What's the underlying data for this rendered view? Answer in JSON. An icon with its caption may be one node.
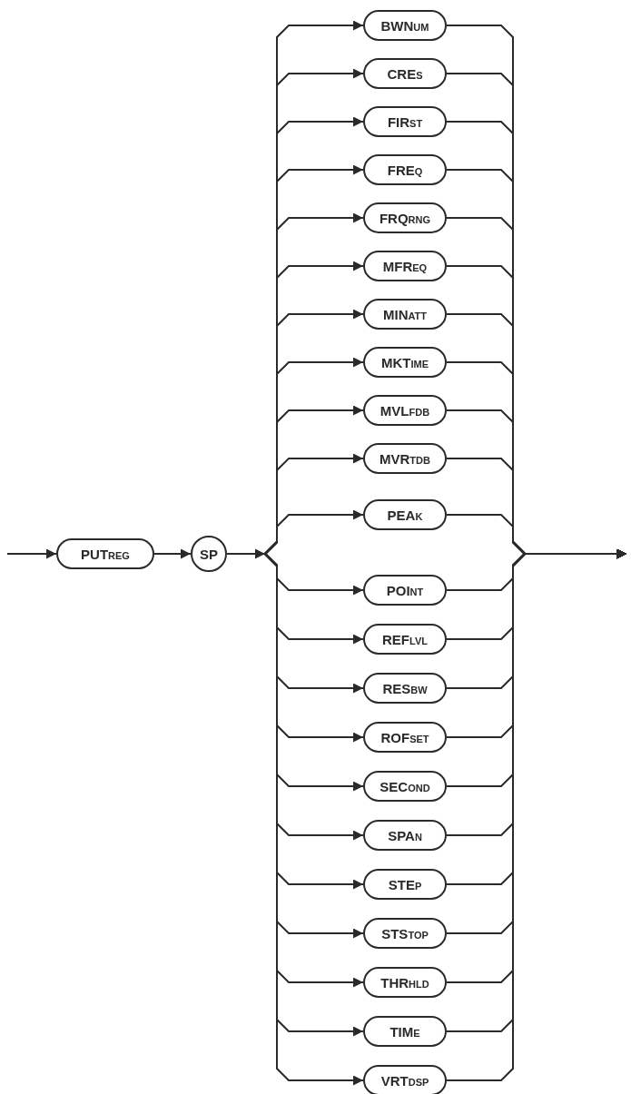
{
  "diagram": {
    "nodes": [
      {
        "text": [
          "PUTreg"
        ]
      },
      {
        "text": [
          "SP"
        ]
      },
      {
        "text": [
          "BWNum"
        ]
      },
      {
        "text": [
          "CREs"
        ]
      },
      {
        "text": [
          "FIRst"
        ]
      },
      {
        "text": [
          "FREq"
        ]
      },
      {
        "text": [
          "FRQrng"
        ]
      },
      {
        "text": [
          "MFReq"
        ]
      },
      {
        "text": [
          "MINatt"
        ]
      },
      {
        "text": [
          "MKTime"
        ]
      },
      {
        "text": [
          "MVLfdb"
        ]
      },
      {
        "text": [
          "MVRtdb"
        ]
      },
      {
        "text": [
          "PEAk"
        ]
      },
      {
        "text": [
          "POInt"
        ]
      },
      {
        "text": [
          "REFlvl"
        ]
      },
      {
        "text": [
          "RESbw"
        ]
      },
      {
        "text": [
          "ROFset"
        ]
      },
      {
        "text": [
          "SECond"
        ]
      },
      {
        "text": [
          "SPAn"
        ]
      },
      {
        "text": [
          "STEp"
        ]
      },
      {
        "text": [
          "STStop"
        ]
      },
      {
        "text": [
          "THRhld"
        ]
      },
      {
        "text": [
          "TIMe"
        ]
      },
      {
        "text": [
          "VRTdsp"
        ]
      }
    ],
    "edges": [
      {
        "from": null,
        "to": 0,
        "arrow": "to"
      },
      {
        "from": 0,
        "to": 1,
        "arrow": "to"
      },
      {
        "from": 1,
        "to": 2,
        "arrow": "to"
      },
      {
        "from": 1,
        "to": 3,
        "arrow": "to"
      },
      {
        "from": 1,
        "to": 4,
        "arrow": "to"
      },
      {
        "from": 1,
        "to": 5,
        "arrow": "to"
      },
      {
        "from": 1,
        "to": 6,
        "arrow": "to"
      },
      {
        "from": 1,
        "to": 7,
        "arrow": "to"
      },
      {
        "from": 1,
        "to": 8,
        "arrow": "to"
      },
      {
        "from": 1,
        "to": 9,
        "arrow": "to"
      },
      {
        "from": 1,
        "to": 10,
        "arrow": "to"
      },
      {
        "from": 1,
        "to": 11,
        "arrow": "to"
      },
      {
        "from": 1,
        "to": 12,
        "arrow": "to"
      },
      {
        "from": 1,
        "to": 13,
        "arrow": "to"
      },
      {
        "from": 1,
        "to": 14,
        "arrow": "to"
      },
      {
        "from": 1,
        "to": 15,
        "arrow": "to"
      },
      {
        "from": 1,
        "to": 16,
        "arrow": "to"
      },
      {
        "from": 1,
        "to": 17,
        "arrow": "to"
      },
      {
        "from": 1,
        "to": 18,
        "arrow": "to"
      },
      {
        "from": 1,
        "to": 19,
        "arrow": "to"
      },
      {
        "from": 1,
        "to": 20,
        "arrow": "to"
      },
      {
        "from": 1,
        "to": 21,
        "arrow": "to"
      },
      {
        "from": 1,
        "to": 22,
        "arrow": "to"
      },
      {
        "from": 1,
        "to": 23,
        "arrow": "to"
      },
      {
        "from": 2,
        "to": null,
        "arrow": "to"
      },
      {
        "from": 3,
        "to": null,
        "arrow": "to"
      },
      {
        "from": 4,
        "to": null,
        "arrow": "to"
      },
      {
        "from": 5,
        "to": null,
        "arrow": "to"
      },
      {
        "from": 6,
        "to": null,
        "arrow": "to"
      },
      {
        "from": 7,
        "to": null,
        "arrow": "to"
      },
      {
        "from": 8,
        "to": null,
        "arrow": "to"
      },
      {
        "from": 9,
        "to": null,
        "arrow": "to"
      },
      {
        "from": 10,
        "to": null,
        "arrow": "to"
      },
      {
        "from": 11,
        "to": null,
        "arrow": "to"
      },
      {
        "from": 12,
        "to": null,
        "arrow": "to"
      },
      {
        "from": 13,
        "to": null,
        "arrow": "to"
      },
      {
        "from": 14,
        "to": null,
        "arrow": "to"
      },
      {
        "from": 15,
        "to": null,
        "arrow": "to"
      },
      {
        "from": 16,
        "to": null,
        "arrow": "to"
      },
      {
        "from": 17,
        "to": null,
        "arrow": "to"
      },
      {
        "from": 18,
        "to": null,
        "arrow": "to"
      },
      {
        "from": 19,
        "to": null,
        "arrow": "to"
      },
      {
        "from": 20,
        "to": null,
        "arrow": "to"
      },
      {
        "from": 21,
        "to": null,
        "arrow": "to"
      },
      {
        "from": 22,
        "to": null,
        "arrow": "to"
      },
      {
        "from": 23,
        "to": null,
        "arrow": "to"
      }
    ]
  }
}
